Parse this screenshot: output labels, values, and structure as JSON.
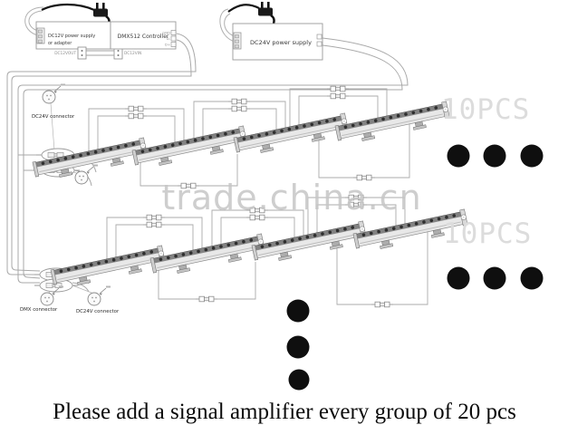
{
  "header": {
    "dc12v_supply_label_1": "DC12V power supply",
    "dc12v_supply_label_2": "or adapter",
    "dmx_controller_label": "DMX512 Controller",
    "dc24v_supply_label": "DC24V power supply",
    "dc12v_out_label": "DC12VOUT",
    "dc12v_in_label": "DC12VIN",
    "dmx_terminals": {
      "t1": "GND",
      "t2": "D-",
      "t3": "D+"
    }
  },
  "connectors": {
    "row1_dc24v_label": "DC24V connector",
    "row2_dmx_label": "DMX connector",
    "row2_dc24v_label": "DC24V connector"
  },
  "annotations": {
    "group1_count": "10PCS",
    "group2_count": "10PCS",
    "watermark": "trade.china.cn",
    "caption": "Please add a signal amplifier every group of 20 pcs"
  },
  "colors": {
    "wire": "#a9a9a9",
    "dot": "#0f0f0f",
    "watermark": "#c6c6c6",
    "pcs_label": "#dcdcdc"
  }
}
